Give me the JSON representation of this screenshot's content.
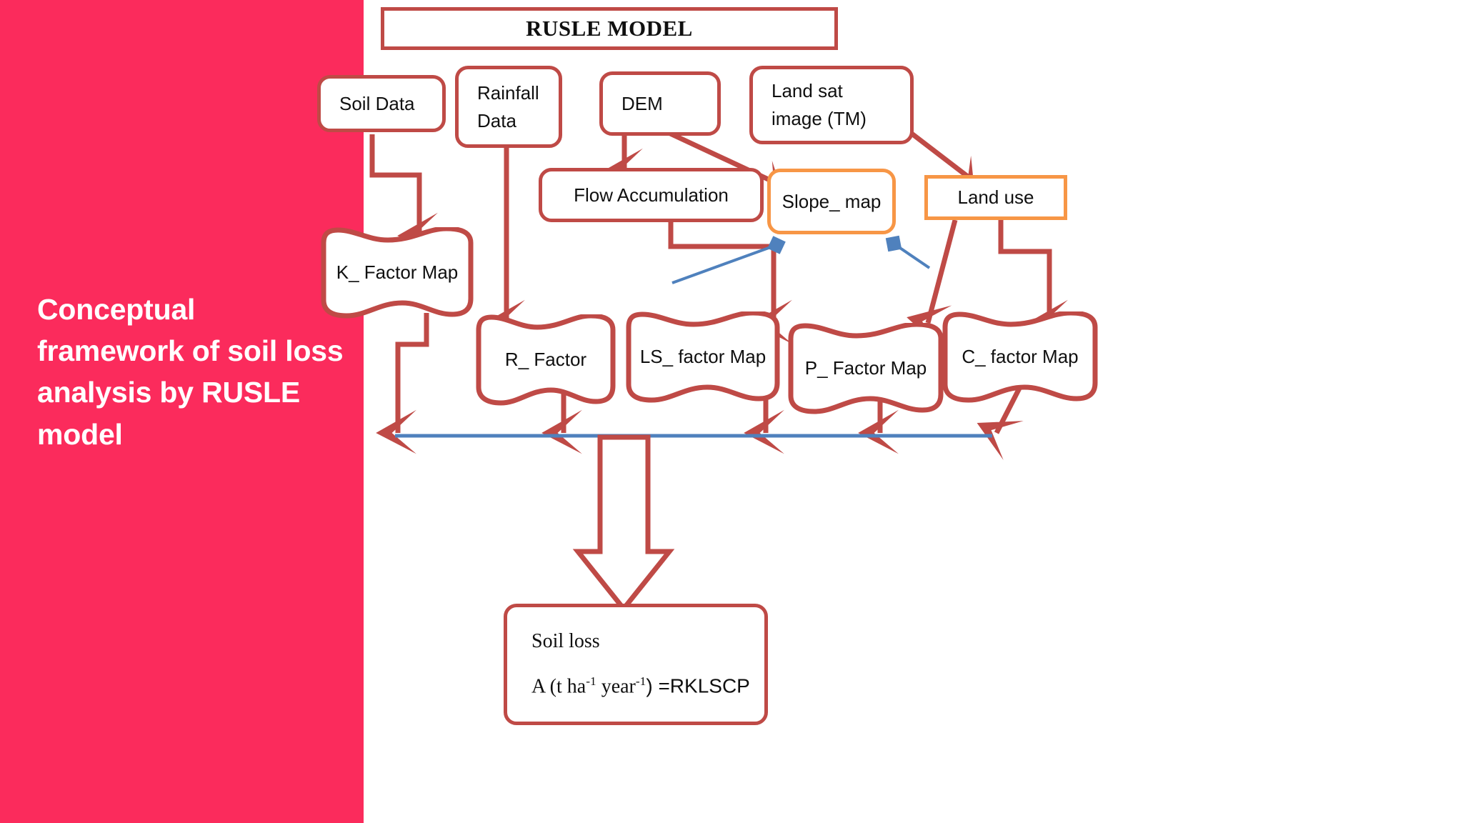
{
  "left_panel": {
    "caption": "Conceptual framework of soil loss analysis by RUSLE model",
    "background_color": "#fb2b5c",
    "text_color": "#ffffff"
  },
  "colors": {
    "red_border": "#bf4a46",
    "orange_border": "#f79646",
    "blue_line": "#4f81bd",
    "pink_panel": "#fb2b5c",
    "text": "#101010"
  },
  "diagram": {
    "title": "RUSLE MODEL",
    "inputs": [
      {
        "id": "soil-data",
        "label": "Soil   Data"
      },
      {
        "id": "rainfall-data",
        "label_line1": "Rainfall",
        "label_line2": "Data"
      },
      {
        "id": "dem",
        "label": "DEM"
      },
      {
        "id": "landsat",
        "label_line1": "Land sat",
        "label_line2": "image (TM)"
      }
    ],
    "intermediate": [
      {
        "id": "flow-accumulation",
        "label": "Flow Accumulation",
        "border": "red"
      },
      {
        "id": "slope-map",
        "label": "Slope_ map",
        "border": "orange"
      },
      {
        "id": "land-use",
        "label": "Land use",
        "border": "orange"
      }
    ],
    "factors": [
      {
        "id": "k-factor-map",
        "label": "K_ Factor Map"
      },
      {
        "id": "r-factor",
        "label": "R_ Factor"
      },
      {
        "id": "ls-factor-map",
        "label": "LS_ factor Map"
      },
      {
        "id": "p-factor-map",
        "label": "P_ Factor Map"
      },
      {
        "id": "c-factor-map",
        "label": "C_ factor Map"
      }
    ],
    "output": {
      "id": "soil-loss",
      "title": "Soil loss",
      "formula_prefix": "A (t ha",
      "formula_sup1": "-1",
      "formula_mid": " year",
      "formula_sup2": "-1",
      "formula_suffix": ") =RKLSCP"
    }
  }
}
